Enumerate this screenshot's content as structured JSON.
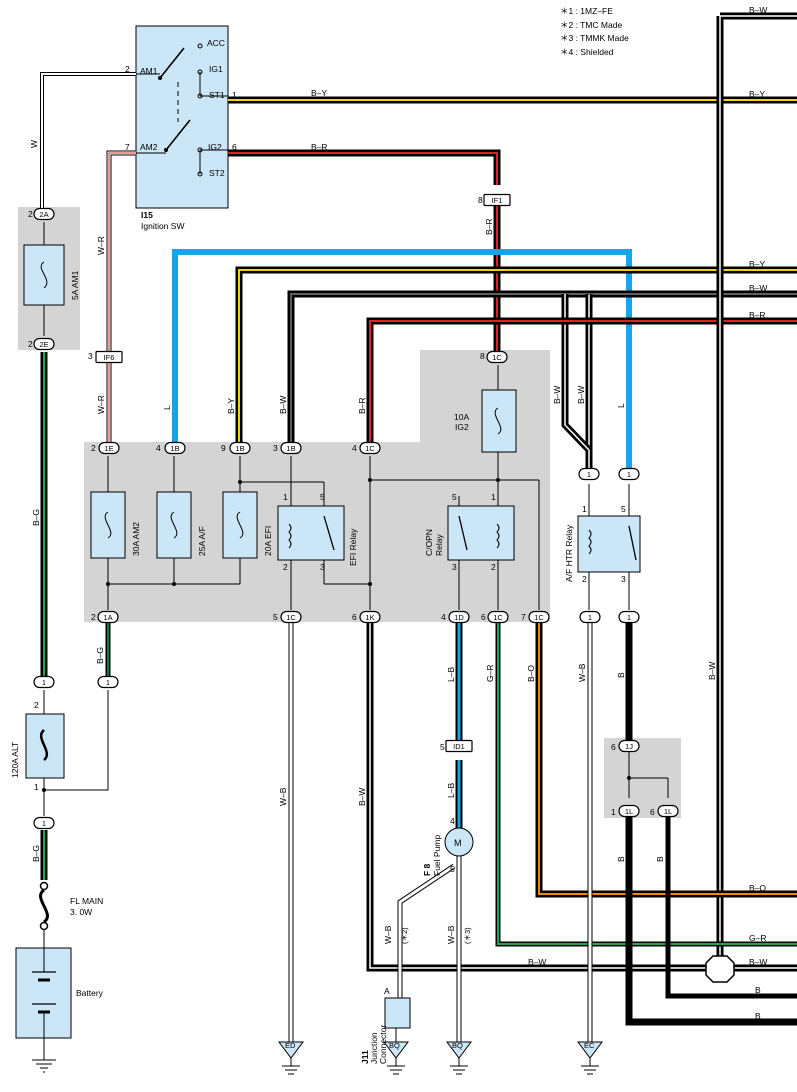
{
  "notes": [
    "＊1 : 1MZ–FE",
    "＊2 : TMC Made",
    "＊3 : TMMK Made",
    "＊4 : Shielded"
  ],
  "ignition_switch": {
    "id": "I15",
    "name": "Ignition SW",
    "terminals": {
      "am1": "AM1",
      "am2": "AM2",
      "acc": "ACC",
      "ig1": "IG1",
      "st1": "ST1",
      "ig2": "IG2",
      "st2": "ST2"
    },
    "pins": {
      "am1": "2",
      "am2": "7",
      "st1": "1",
      "ig2": "6"
    }
  },
  "wires": {
    "w": "W",
    "wr": "W–R",
    "by": "B–Y",
    "br": "B–R",
    "bw": "B–W",
    "bg": "B–G",
    "l": "L",
    "wb": "W–B",
    "lb": "L–B",
    "gr": "G–R",
    "bo": "B–O",
    "b": "B"
  },
  "right_edge": {
    "top_bw": "B–W",
    "by1": "B–Y",
    "by2": "B–Y",
    "bw2": "B–W",
    "br2": "B–R",
    "bo": "B–O",
    "gr": "G–R",
    "bw3": "B–W",
    "b1": "B",
    "b2": "B",
    "bw_mid": "B–W"
  },
  "connectors": {
    "c2A": "2A",
    "c2E": "2E",
    "cIF6": "IF6",
    "cIF1": "IF1",
    "c1E": "1E",
    "c1B_a": "1B",
    "c1B_b": "1B",
    "c1B_c": "1B",
    "c1C_top": "1C",
    "c1C_ig2": "1C",
    "c1A": "1A",
    "c1C_bot1": "1C",
    "c1K": "1K",
    "c1D": "1D",
    "c1C_bot2": "1C",
    "c1C_bot3": "1C",
    "c1_alt": "1",
    "c1_bg": "1",
    "c1_bat": "1",
    "c1_htr_a": "1",
    "c1_htr_b": "1",
    "c1_htr_c": "1",
    "c1_htr_d": "1",
    "cID1": "ID1",
    "c1J": "1J",
    "c1L_a": "1L",
    "c1L_b": "1L"
  },
  "pin_numbers": {
    "p2A": "2",
    "p2E": "2",
    "pIF6": "3",
    "pIF1": "8",
    "p1C_ig2": "8",
    "p1E": "2",
    "p1B_a": "4",
    "p1B_b": "9",
    "p1B_c": "3",
    "p1C_top": "4",
    "p1A": "2",
    "p1C_bot1": "5",
    "p1K": "6",
    "p1D": "4",
    "p1C_bot2": "6",
    "p1C_bot3": "7",
    "pID1": "5",
    "p1J": "6",
    "p1L_a": "1",
    "p1L_b": "6",
    "alt_2": "2",
    "alt_1": "1",
    "efi_1": "1",
    "efi_5": "5",
    "efi_2": "2",
    "efi_3": "3",
    "copn_5": "5",
    "copn_1": "1",
    "copn_3": "3",
    "copn_2": "2",
    "htr_1": "1",
    "htr_5": "5",
    "htr_2": "2",
    "htr_3": "3",
    "fp_4": "4",
    "fp_5": "5",
    "j11_a": "A"
  },
  "fuses": {
    "am1": "5A AM1",
    "am2": "30A AM2",
    "af": "25A A/F",
    "efi": "20A EFI",
    "ig2_amp": "10A",
    "ig2_name": "IG2",
    "alt": "120A ALT",
    "fl_main_1": "FL MAIN",
    "fl_main_2": "3. 0W"
  },
  "relays": {
    "efi": "EFI Relay",
    "copn_1": "C/OPN",
    "copn_2": "Relay",
    "af_htr": "A/F HTR Relay"
  },
  "components": {
    "battery": "Battery",
    "fuel_pump_id": "F 8",
    "fuel_pump_name": "Fuel Pump",
    "motor": "M",
    "j11_id": "J11",
    "j11_name_1": "Junction",
    "j11_name_2": "Connector",
    "star2": "(＊2)",
    "star3": "(＊3)"
  },
  "grounds": {
    "ed": "ED",
    "bq1": "BQ",
    "bq2": "BQ",
    "ec": "EC"
  }
}
